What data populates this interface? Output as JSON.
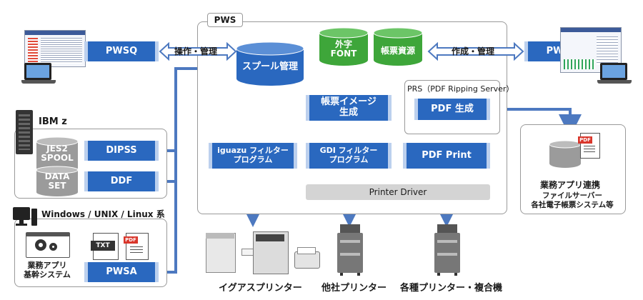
{
  "pws_title": "PWS",
  "pwsq": "PWSQ",
  "pwd": "PWD",
  "ops_mgmt": "操作・管理",
  "create_mgmt": "作成・管理",
  "spool": "スプール管理",
  "gaiji": "外字\nFONT",
  "forms_resources": "帳票資源",
  "forms_image_gen": "帳票イメージ\n生成",
  "prs_label": "PRS（PDF  Ripping Server）",
  "pdf_gen": "PDF 生成",
  "iguazu_filter": "iguazu フィルター\nプログラム",
  "gdi_filter": "GDI フィルター\nプログラム",
  "pdf_print": "PDF Print",
  "printer_driver": "Printer Driver",
  "ibmz": "IBM z",
  "jes2": "JES2\nSPOOL",
  "dipss": "DIPSS",
  "dataset": "DATA\nSET",
  "ddf": "DDF",
  "os_label": "Windows / UNIX / Linux 系",
  "txt": "TXT",
  "pdf_tag": "PDF",
  "business_apps": "業務アプリ\n基幹システム",
  "pwsa": "PWSA",
  "business_link": "業務アプリ連携",
  "file_server": "ファイルサーバー\n各社電子帳票システム等",
  "iguazu_printer": "イグアスプリンター",
  "other_printer": "他社プリンター",
  "various_printer": "各種プリンター・複合機",
  "colors": {
    "blue": "#2a68bf",
    "green": "#3ea63a",
    "grey_cyl": "#9b9b9b",
    "arrow": "#4d79c0"
  }
}
